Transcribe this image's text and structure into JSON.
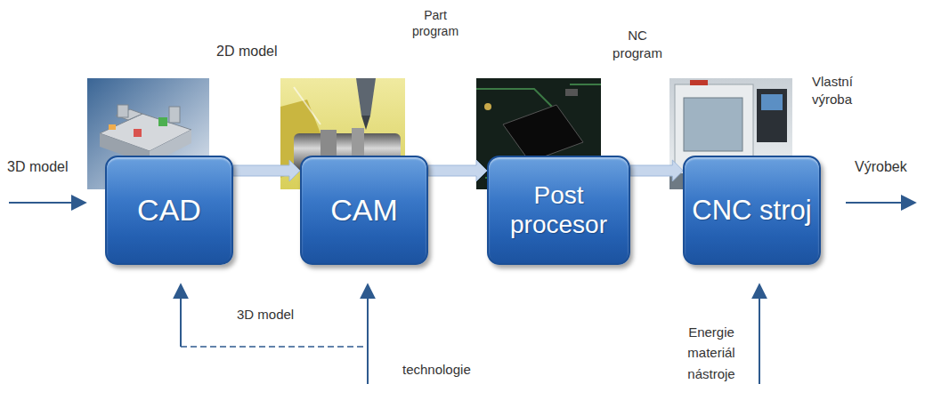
{
  "diagram": {
    "nodes": [
      {
        "text": [
          "CAD"
        ]
      },
      {
        "text": [
          "CAM"
        ]
      },
      {
        "text": [
          "Post procesor"
        ]
      },
      {
        "text": [
          "CNC stroj"
        ]
      }
    ],
    "edges": [
      {
        "from": 0,
        "to": 1,
        "arrow": "to"
      },
      {
        "from": 1,
        "to": 2,
        "arrow": "to"
      },
      {
        "from": 2,
        "to": 3,
        "arrow": "to"
      }
    ],
    "labels": [
      "2D model",
      "Part program",
      "NC program",
      "Vlastní výroba",
      "3D model",
      "Výrobek",
      "3D model",
      "technologie",
      "Energie materiál nástroje"
    ]
  }
}
